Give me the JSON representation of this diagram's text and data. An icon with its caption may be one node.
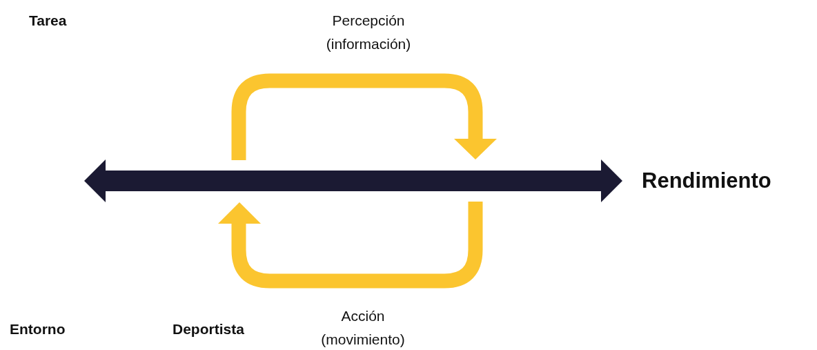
{
  "diagram": {
    "labels": [
      "Tarea",
      "Percepción (información)",
      "Rendimiento",
      "Entorno",
      "Deportista",
      "Acción (movimiento)"
    ]
  }
}
